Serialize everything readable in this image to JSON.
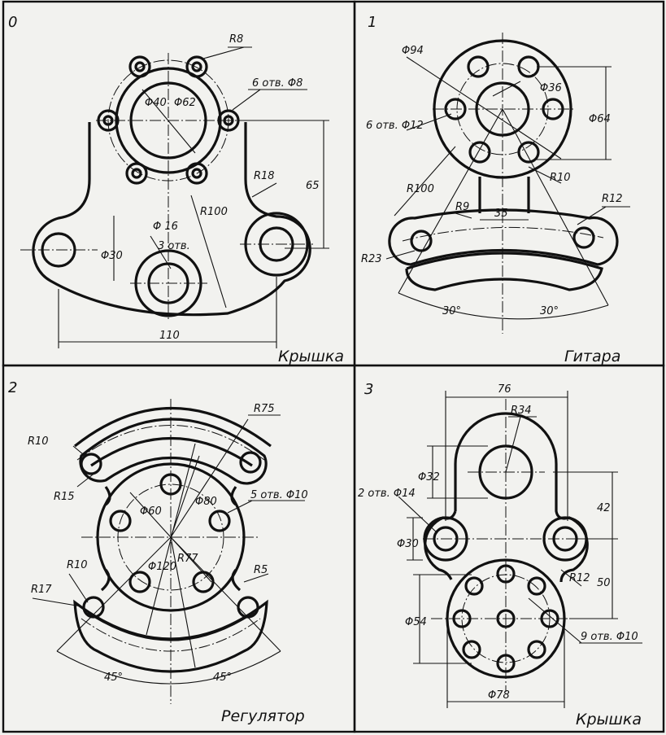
{
  "panels": [
    {
      "number": "0",
      "title": "Крышка",
      "labels": {
        "r_ear": "R8",
        "holes6": "6 отв. Φ8",
        "d40": "Φ40",
        "d62": "Φ62",
        "r18": "R18",
        "h65": "65",
        "d16": "Φ 16",
        "holes3": "3 отв.",
        "r100": "R100",
        "d30": "Φ30",
        "w110": "110"
      }
    },
    {
      "number": "1",
      "title": "Гитара",
      "labels": {
        "d94": "Φ94",
        "d36": "Φ36",
        "holes6": "6 отв. Φ12",
        "d64": "Φ64",
        "r100": "R100",
        "r10": "R10",
        "r9": "R9",
        "w35": "35",
        "r12": "R12",
        "r23": "R23",
        "a30l": "30°",
        "a30r": "30°"
      }
    },
    {
      "number": "2",
      "title": "Регулятор",
      "labels": {
        "r75": "R75",
        "r10top": "R10",
        "r15": "R15",
        "d60": "Φ60",
        "d80": "Φ80",
        "holes5": "5 отв. Φ10",
        "d120": "Φ120",
        "r77": "R77",
        "r10bot": "R10",
        "r5": "R5",
        "r17": "R17",
        "a45l": "45°",
        "a45r": "45°"
      }
    },
    {
      "number": "3",
      "title": "Крышка",
      "labels": {
        "w76": "76",
        "r34": "R34",
        "d32": "Φ32",
        "h42": "42",
        "holes2": "2 отв. Φ14",
        "d30": "Φ30",
        "r12": "R12",
        "h50": "50",
        "d54": "Φ54",
        "holes9": "9 отв. Φ10",
        "d78": "Φ78"
      }
    }
  ]
}
